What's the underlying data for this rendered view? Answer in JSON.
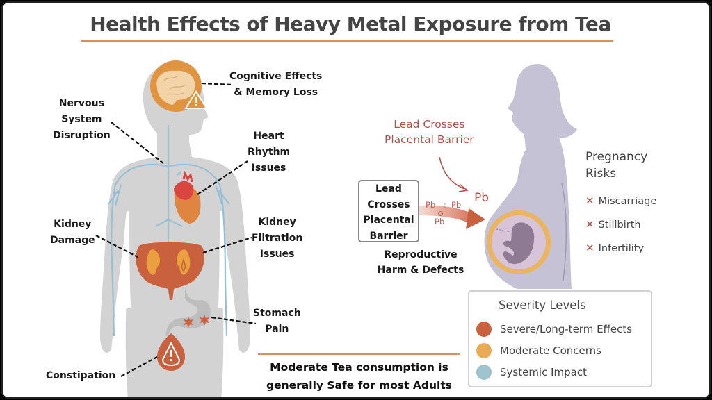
{
  "title": "Health Effects of Heavy Metal Exposure from Tea",
  "colors": {
    "severe": "#c9613f",
    "moderate": "#eaab55",
    "systemic": "#9fc3cf",
    "accent_rule": "#d9905e",
    "lead_text": "#b0524b"
  },
  "body_labels": {
    "cognitive": [
      "Cognitive Effects",
      "& Memory Loss"
    ],
    "nervous": [
      "Nervous",
      "System",
      "Disruption"
    ],
    "heart": [
      "Heart",
      "Rhythm",
      "Issues"
    ],
    "kidney_damage": [
      "Kidney",
      "Damage"
    ],
    "kidney_filtration": [
      "Kidney",
      "Filtration",
      "Issues"
    ],
    "stomach": [
      "Stomach",
      "Pain"
    ],
    "constipation": [
      "Constipation"
    ]
  },
  "pregnancy": {
    "callout": [
      "Lead Crosses",
      "Placental Barrier"
    ],
    "box": [
      "Lead",
      "Crosses",
      "Placental",
      "Barrier"
    ],
    "reproductive": [
      "Reproductive",
      "Harm & Defects"
    ],
    "pb_labels": [
      "Pb",
      ":",
      "Pb",
      "Pb"
    ],
    "pb_big": "Pb",
    "risks_title": [
      "Pregnancy",
      "Risks"
    ],
    "risk_marker": "✕",
    "risks": [
      "Miscarriage",
      "Stillbirth",
      "Infertility"
    ]
  },
  "safety_note": [
    "Moderate Tea consumption is",
    "generally Safe for most Adults"
  ],
  "legend": {
    "title": "Severity Levels",
    "items": [
      {
        "label": "Severe/Long-term Effects",
        "color": "#c9613f"
      },
      {
        "label": "Moderate Concerns",
        "color": "#eaab55"
      },
      {
        "label": "Systemic Impact",
        "color": "#9fc3cf"
      }
    ]
  }
}
